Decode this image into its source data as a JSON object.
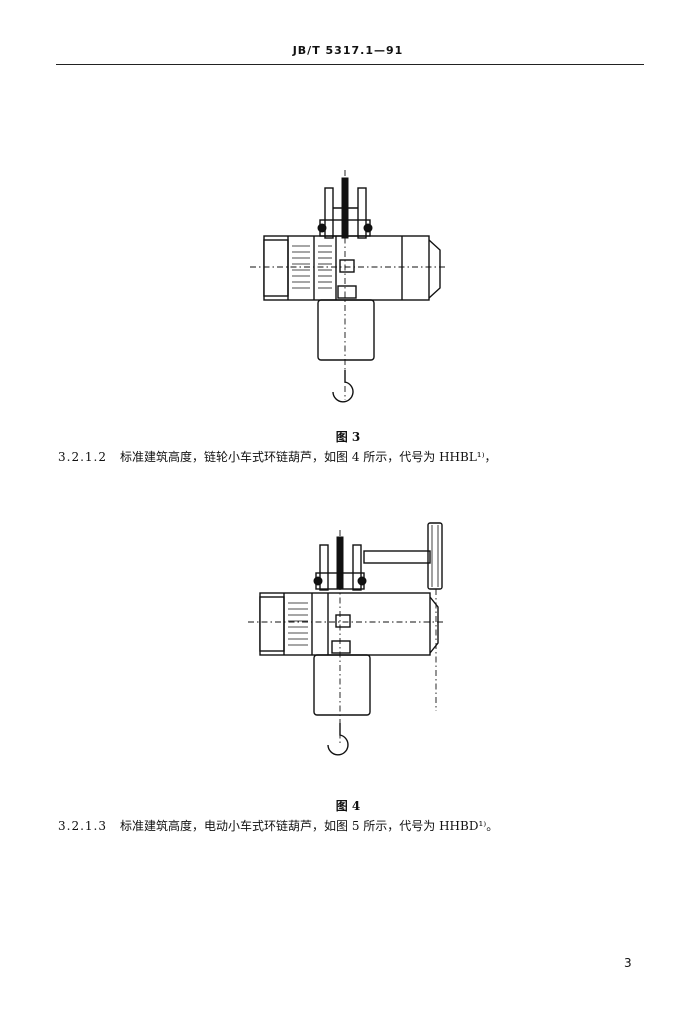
{
  "header": {
    "standard_code": "JB/T 5317.1—91"
  },
  "figures": [
    {
      "id": "fig3",
      "caption": "图 3"
    },
    {
      "id": "fig4",
      "caption": "图 4"
    }
  ],
  "paragraphs": [
    {
      "number": "3.2.1.2",
      "text": "标准建筑高度，链轮小车式环链葫芦，如图 4 所示，代号为 HHBL¹⁾，"
    },
    {
      "number": "3.2.1.3",
      "text": "标准建筑高度，电动小车式环链葫芦，如图 5 所示，代号为 HHBD¹⁾。"
    }
  ],
  "page": {
    "number": "3"
  }
}
